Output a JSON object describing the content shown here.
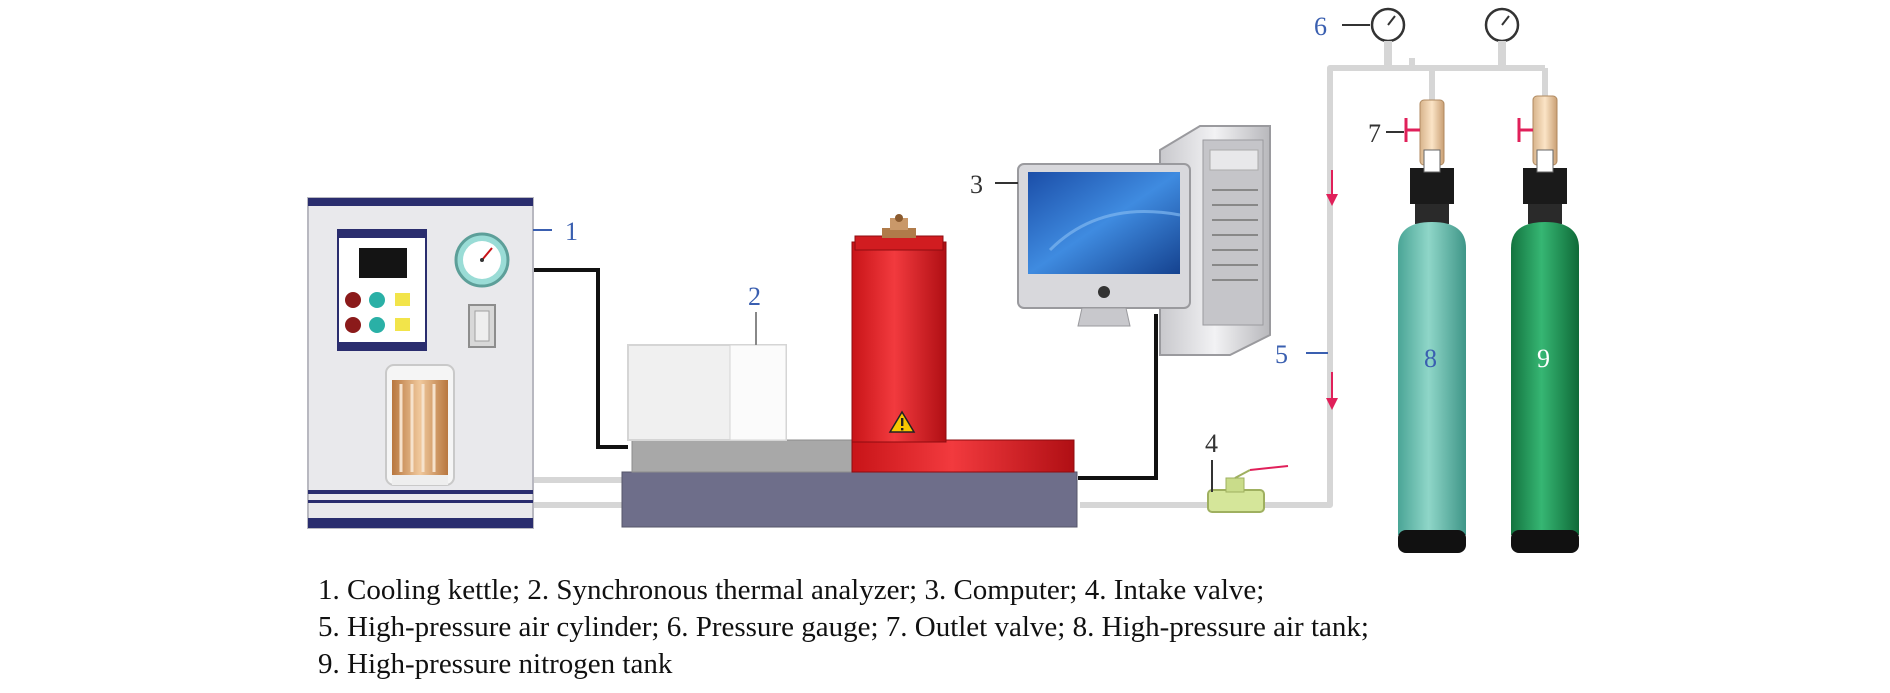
{
  "labels": {
    "l1": "1",
    "l2": "2",
    "l3": "3",
    "l4": "4",
    "l5": "5",
    "l6": "6",
    "l7": "7",
    "l8": "8",
    "l9": "9"
  },
  "caption": {
    "line1": "1. Cooling kettle; 2. Synchronous thermal analyzer; 3. Computer; 4. Intake valve;",
    "line2": "5. High-pressure air cylinder; 6. Pressure gauge; 7. Outlet valve; 8. High-pressure air tank;",
    "line3": "9. High-pressure nitrogen tank"
  },
  "colors": {
    "flow_arrow": "#e0205a",
    "furnace": "#e8242a",
    "air_tank": "#6fc2b4",
    "nitrogen_tank": "#1f9a5c",
    "analyzer_base": "#6e6e8a",
    "label_blue": "#3a5fb0"
  },
  "icons": [
    "warning-icon",
    "apple-logo-icon",
    "flow-arrow-icon",
    "pressure-gauge-icon"
  ]
}
